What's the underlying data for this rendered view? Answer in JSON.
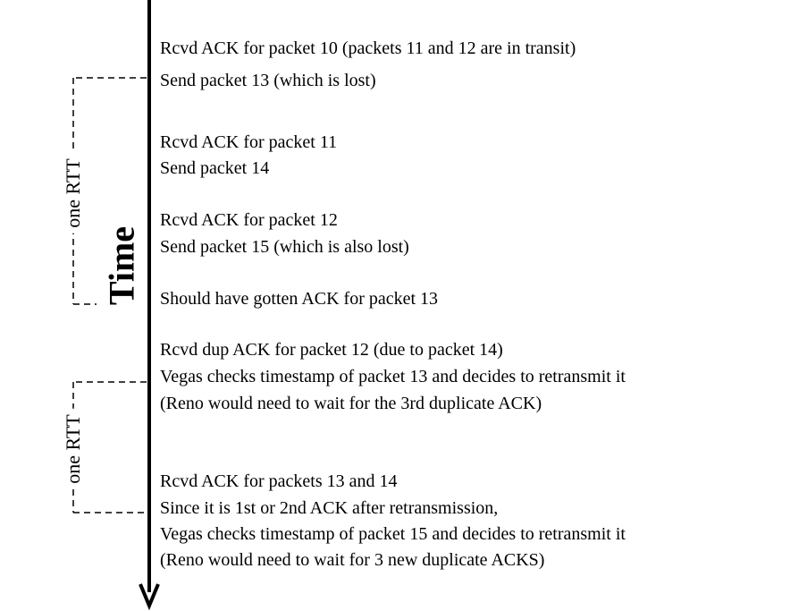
{
  "time_label": "Time",
  "rtt_labels": [
    "one RTT",
    "one RTT"
  ],
  "events": [
    "Rcvd ACK for packet 10 (packets 11 and 12 are in transit)",
    "Send packet 13 (which is lost)",
    "Rcvd ACK for packet 11",
    "Send packet 14",
    "Rcvd ACK for packet 12",
    "Send packet 15 (which is also lost)",
    "Should have gotten ACK for packet 13",
    "Rcvd dup ACK for packet 12 (due to packet 14)",
    "Vegas checks timestamp of packet 13 and decides to retransmit it",
    "(Reno would need to wait for the 3rd duplicate ACK)",
    "Rcvd ACK for packets 13 and 14",
    "Since it is 1st or 2nd ACK after retransmission,",
    "Vegas checks timestamp of packet 15 and decides to retransmit it",
    "(Reno would need to wait for 3 new duplicate ACKS)"
  ]
}
